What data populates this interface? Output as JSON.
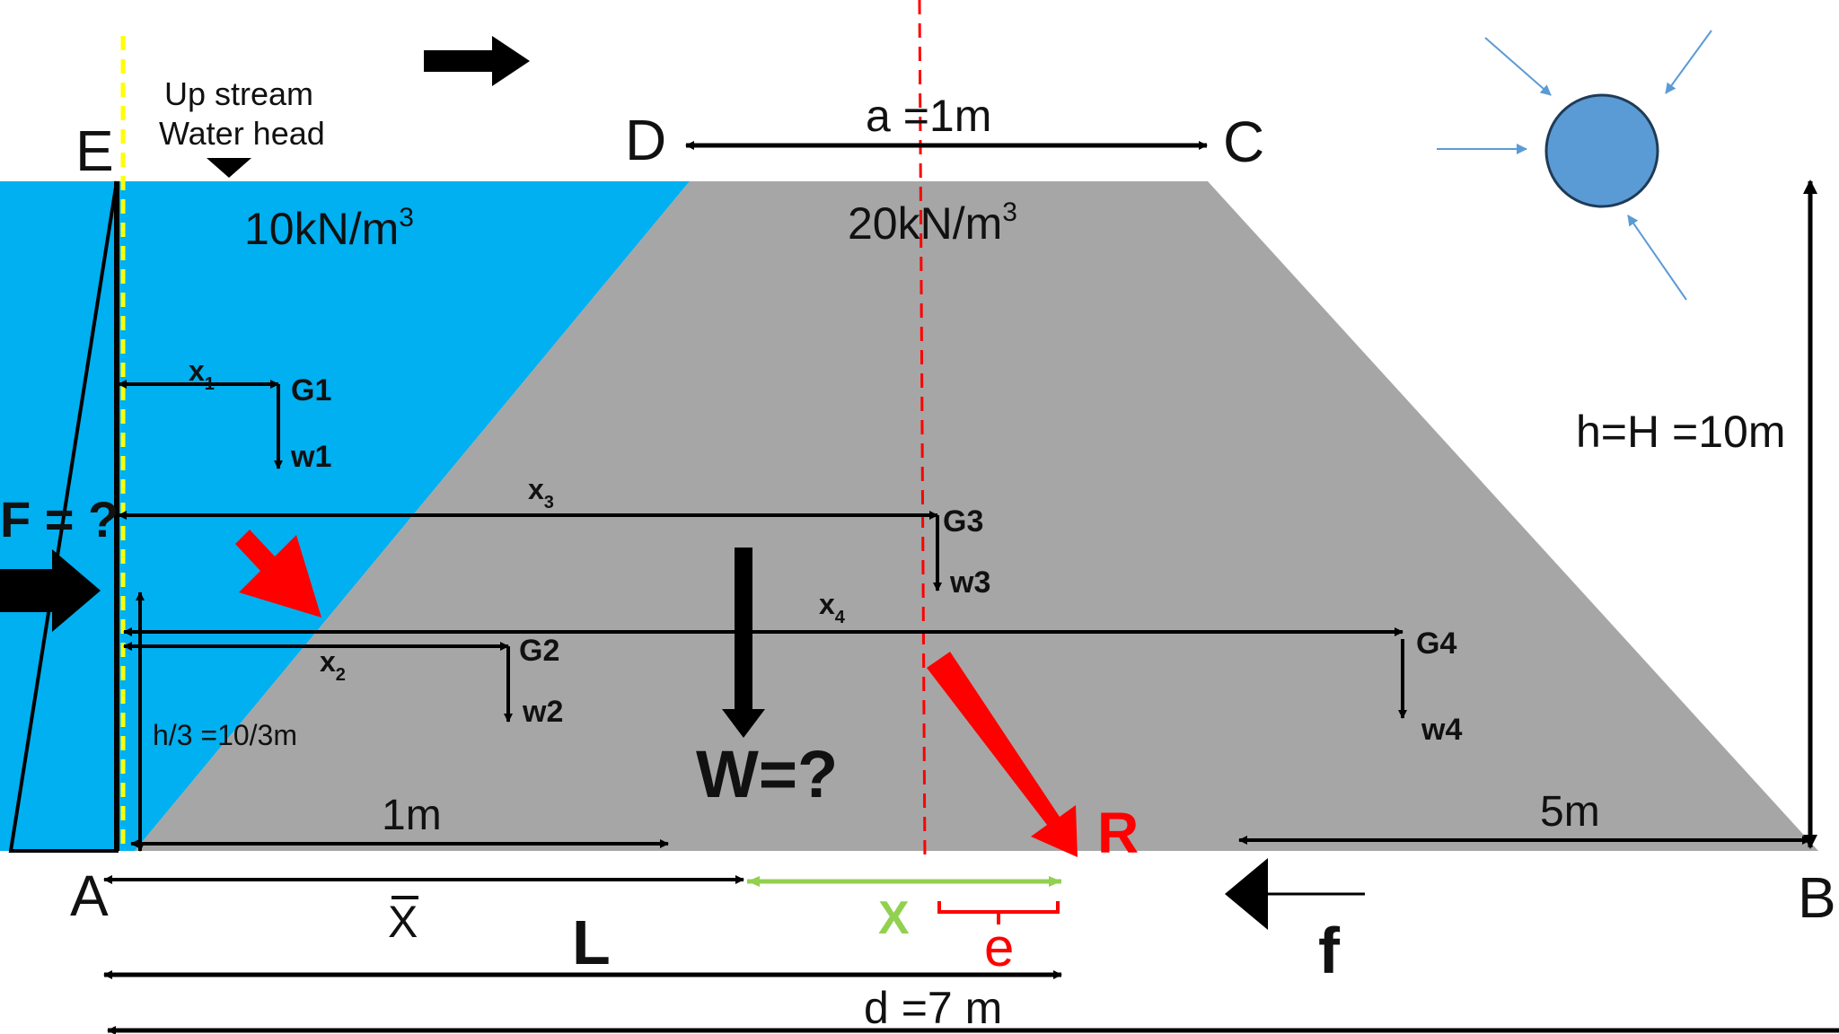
{
  "colors": {
    "water": "#00b0f0",
    "dam": "#a6a6a6",
    "red": "#ff0000",
    "green": "#92d050",
    "yellow": "#ffff00",
    "sun": "#5b9bd5",
    "sun_rays": "#5b9bd5",
    "black": "#000000"
  },
  "points": {
    "A": "A",
    "B": "B",
    "C": "C",
    "D": "D",
    "E": "E"
  },
  "upstream": {
    "line1": "Up stream",
    "line2": "Water head"
  },
  "water_density": {
    "value": "10kN/m",
    "exp": "3"
  },
  "dam_density": {
    "value": "20kN/m",
    "exp": "3"
  },
  "dims": {
    "top_width": "a =1m",
    "height": "h=H =10m",
    "h_third": "h/3 =10/3m",
    "base_left": "1m",
    "base_right": "5m",
    "xbar": "X",
    "green_x": "X",
    "L": "L",
    "e": "e",
    "d": "d =7 m"
  },
  "forces": {
    "F": "F = ?",
    "W": "W=?",
    "R": "R",
    "f": "f"
  },
  "centroids": {
    "G1": "G1",
    "G2": "G2",
    "G3": "G3",
    "G4": "G4",
    "w1": "w1",
    "w2": "w2",
    "w3": "w3",
    "w4": "w4"
  },
  "arms": {
    "x1": {
      "base": "x",
      "sub": "1"
    },
    "x2": {
      "base": "x",
      "sub": "2"
    },
    "x3": {
      "base": "x",
      "sub": "3"
    },
    "x4": {
      "base": "x",
      "sub": "4"
    }
  }
}
